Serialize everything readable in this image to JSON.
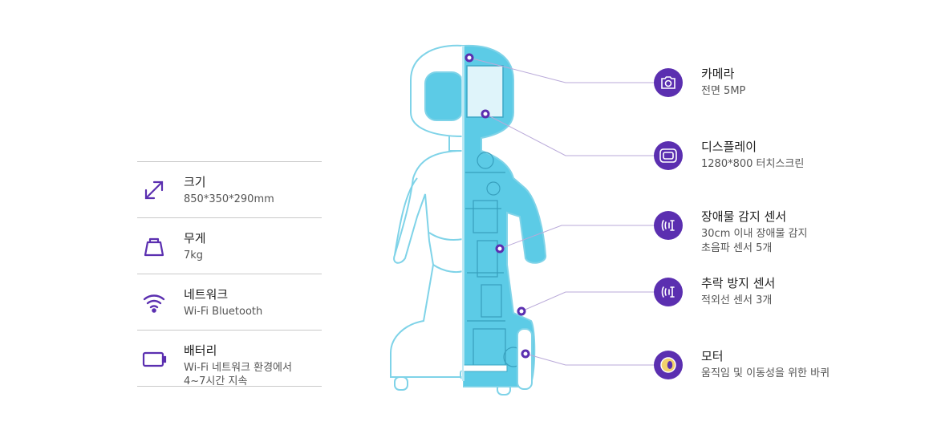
{
  "specs": [
    {
      "icon": "resize-arrows-icon",
      "title": "크기",
      "value": "850*350*290mm"
    },
    {
      "icon": "weight-icon",
      "title": "무게",
      "value": "7kg"
    },
    {
      "icon": "wifi-icon",
      "title": "네트워크",
      "value": "Wi-Fi Bluetooth"
    },
    {
      "icon": "battery-icon",
      "title": "배터리",
      "value": "Wi-Fi 네트워크 환경에서\n4~7시간 지속"
    }
  ],
  "features": [
    {
      "icon": "camera-icon",
      "title": "카메라",
      "desc": "전면 5MP"
    },
    {
      "icon": "display-icon",
      "title": "디스플레이",
      "desc": "1280*800 터치스크린"
    },
    {
      "icon": "sensor-wave-icon",
      "title": "장애물 감지 센서",
      "desc": "30cm 이내 장애물 감지\n초음파 센서 5개"
    },
    {
      "icon": "sensor-wave-icon",
      "title": "추락 방지 센서",
      "desc": "적외선 센서 3개"
    },
    {
      "icon": "motor-wheel-icon",
      "title": "모터",
      "desc": "움직임 및 이동성을 위한 바퀴"
    }
  ],
  "colors": {
    "accent": "#5b2fb0",
    "outline": "#7fd3e8",
    "fill": "#5ccbe6",
    "line": "#b9a9d9"
  }
}
